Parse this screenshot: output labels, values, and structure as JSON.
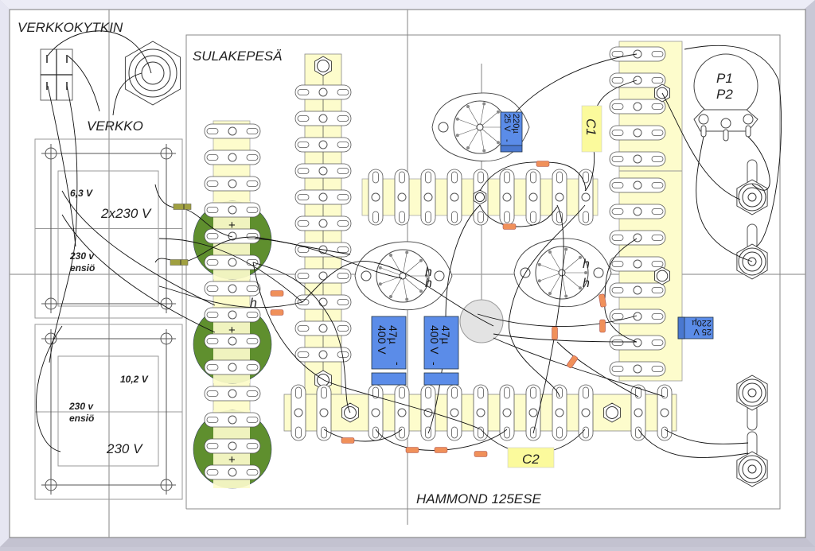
{
  "title": "Hammond 125ESE tube amplifier wiring layout",
  "labels": {
    "mains_switch": "VERKKOKYTKIN",
    "mains": "VERKKO",
    "fuse_holder": "SULAKEPESÄ",
    "chassis": "HAMMOND 125ESE",
    "potentiometers": [
      "P1",
      "P2"
    ],
    "cap_c1": "C1",
    "cap_c2": "C2",
    "heater_marks": [
      "h",
      "h",
      "h",
      "h",
      "h"
    ]
  },
  "transformers": [
    {
      "id": "upper",
      "secondary_low": "6,3 V",
      "secondary_high": "2x230 V",
      "primary_line1": "230 v",
      "primary_line2": "ensiö"
    },
    {
      "id": "lower",
      "secondary_low": "10,2 V",
      "secondary_high": "230 V",
      "primary_line1": "230 v",
      "primary_line2": "ensiö"
    }
  ],
  "electrolytics": [
    {
      "id": "e1",
      "value": "220µ",
      "voltage": "25 V",
      "polarity": "-"
    },
    {
      "id": "e2",
      "value": "47µ",
      "voltage": "400 V",
      "polarity": "-"
    },
    {
      "id": "e3",
      "value": "47µ",
      "voltage": "400 V",
      "polarity": "-"
    },
    {
      "id": "e4",
      "value": "220µ",
      "voltage": "25 V",
      "polarity": "-"
    }
  ],
  "filter_caps": [
    {
      "id": "f1",
      "plus": "+",
      "minus": "-"
    },
    {
      "id": "f2",
      "plus": "+",
      "minus": "-"
    },
    {
      "id": "f3",
      "plus": "+",
      "minus": "-"
    }
  ],
  "colors": {
    "background": "#c9c8d6",
    "paper": "#ffffff",
    "tag_strip": "#fdfccc",
    "filter_cap": "#5f8f2e",
    "electrolytic": "#5b8ce8",
    "resistor": "#f0905a",
    "diode": "#a0a040",
    "film_cap": "#fbfa9c",
    "pilot": "#e3e3e3"
  }
}
